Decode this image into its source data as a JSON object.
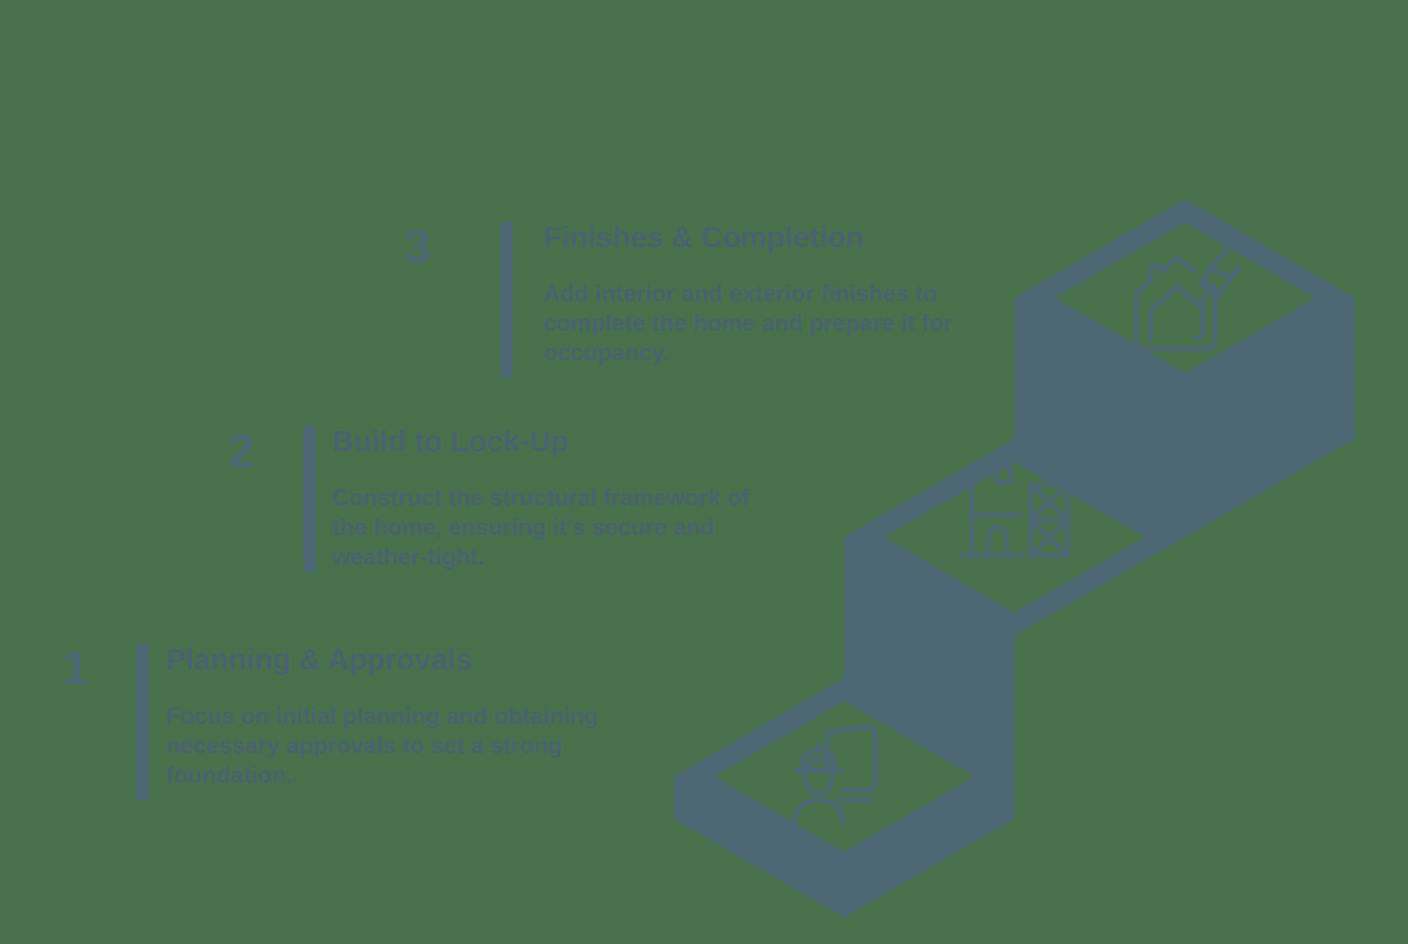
{
  "colors": {
    "background": "#48714b",
    "ink": "#4d6674",
    "text": "#4a6270"
  },
  "steps": [
    {
      "number": "1",
      "title": "Planning & Approvals",
      "description": "Focus on initial planning and obtaining necessary approvals to set a strong foundation."
    },
    {
      "number": "2",
      "title": "Build to Lock-Up",
      "description": "Construct the structural framework of the home, ensuring it's secure and weather-tight."
    },
    {
      "number": "3",
      "title": "Finishes & Completion",
      "description": "Add interior and exterior finishes to complete the home and prepare it for occupancy."
    }
  ],
  "illustration": {
    "type": "isometric-staircase",
    "tiles": [
      {
        "step": "1",
        "icon": "architect-with-blueprint-icon"
      },
      {
        "step": "2",
        "icon": "house-under-construction-icon"
      },
      {
        "step": "3",
        "icon": "house-with-paintbrush-icon"
      }
    ]
  }
}
